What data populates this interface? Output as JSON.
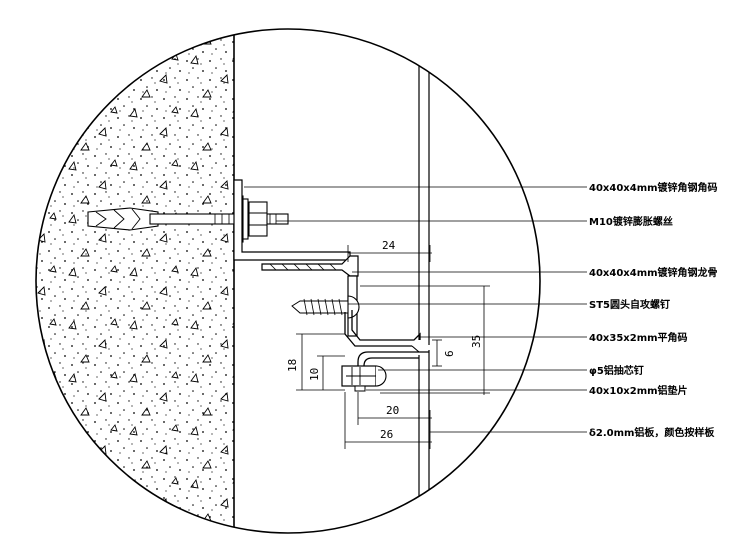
{
  "labels": {
    "angle_code": "40x40x4mm镀锌角钢角码",
    "anchor_bolt": "M10镀锌膨胀螺丝",
    "angle_keel": "40x40x4mm镀锌角钢龙骨",
    "screw": "ST5圆头自攻螺钉",
    "flat_code": "40x35x2mm平角码",
    "rivet": "φ5铝抽芯钉",
    "gasket": "40x10x2mm铝垫片",
    "panel": "δ2.0mm铝板，颜色按样板"
  },
  "dimensions": {
    "d24": "24",
    "d35": "35",
    "d18": "18",
    "d10": "10",
    "d6": "6",
    "d20": "20",
    "d26": "26"
  }
}
